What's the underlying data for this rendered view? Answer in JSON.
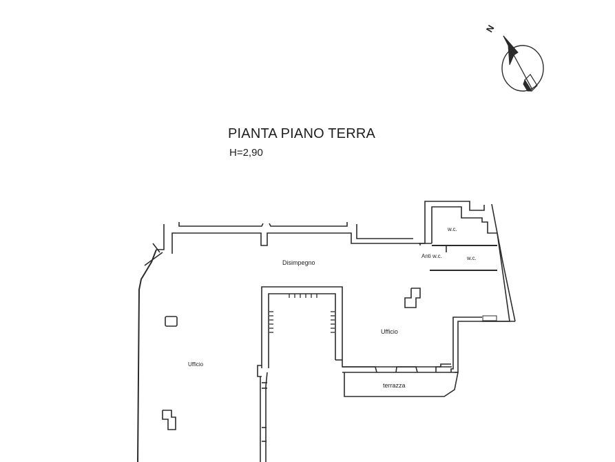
{
  "header": {
    "title": "PIANTA PIANO TERRA",
    "height_label": "H=2,90"
  },
  "compass": {
    "north_label": "N",
    "icon": "north-arrow-icon"
  },
  "rooms": [
    {
      "id": "disimpegno",
      "label": "Disimpegno"
    },
    {
      "id": "ufficio-left",
      "label": "Ufficio"
    },
    {
      "id": "ufficio-right",
      "label": "Ufficio"
    },
    {
      "id": "wc-top",
      "label": "w.c."
    },
    {
      "id": "anti-wc",
      "label": "Anti w.c."
    },
    {
      "id": "wc-right",
      "label": "w.c."
    },
    {
      "id": "terrazza",
      "label": "terrazza"
    }
  ],
  "colors": {
    "line": "#2b2b2b",
    "background": "#ffffff"
  }
}
